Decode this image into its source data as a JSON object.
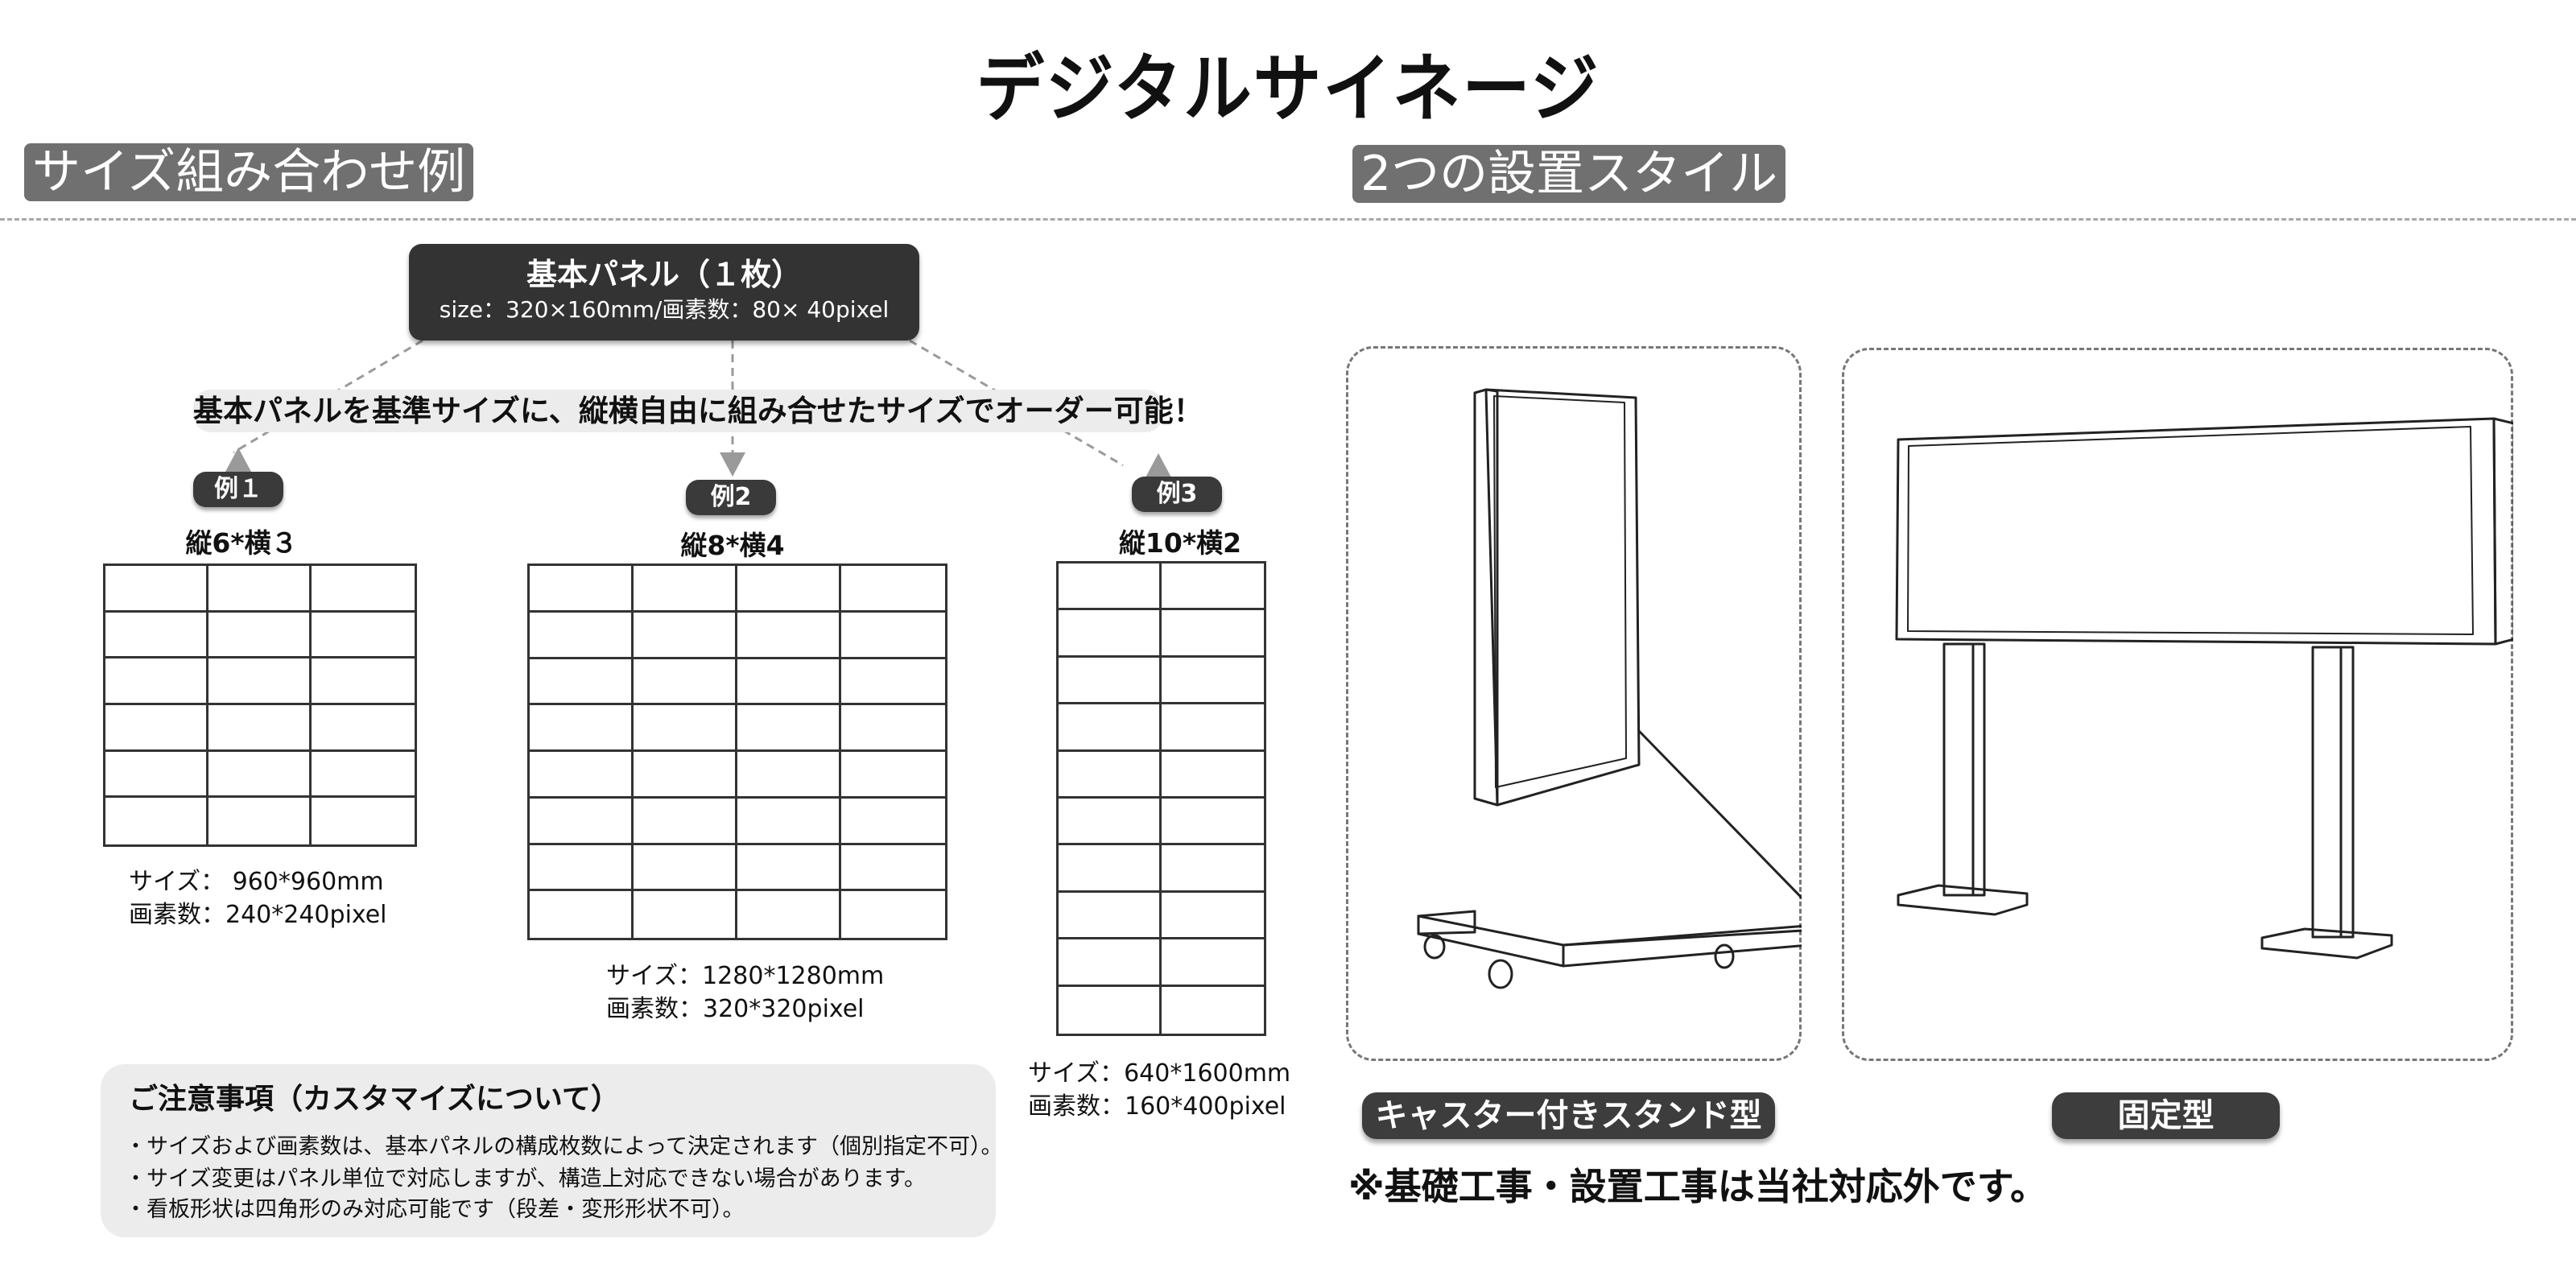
{
  "page": {
    "title": "デジタルサイネージ"
  },
  "sections": {
    "left_tag": "サイズ組み合わせ例",
    "right_tag": "2つの設置スタイル"
  },
  "base_panel": {
    "title": "基本パネル（１枚）",
    "spec": "size：320×160mm/画素数：80× 40pixel"
  },
  "banner": "基本パネルを基準サイズに、縦横自由に組み合せたサイズでオーダー可能！",
  "examples": [
    {
      "label": "例１",
      "caption": "縦6*横３",
      "rows": 6,
      "cols": 3,
      "size": "サイズ：  960*960mm",
      "pixels": "画素数：240*240pixel"
    },
    {
      "label": "例2",
      "caption": "縦8*横4",
      "rows": 8,
      "cols": 4,
      "size": "サイズ：1280*1280mm",
      "pixels": "画素数：320*320pixel"
    },
    {
      "label": "例3",
      "caption": "縦10*横2",
      "rows": 10,
      "cols": 2,
      "size": "サイズ：640*1600mm",
      "pixels": "画素数：160*400pixel"
    }
  ],
  "notes": {
    "title": "ご注意事項（カスタマイズについて）",
    "lines": [
      "・サイズおよび画素数は、基本パネルの構成枚数によって決定されます（個別指定不可）。",
      "・サイズ変更はパネル単位で対応しますが、構造上対応できない場合があります。",
      "・看板形状は四角形のみ対応可能です（段差・変形形状不可）。"
    ]
  },
  "styles": [
    {
      "label": "キャスター付きスタンド型",
      "icon": "caster-stand-signage-icon"
    },
    {
      "label": "固定型",
      "icon": "fixed-post-signage-icon"
    }
  ],
  "footer_note": "※基礎工事・設置工事は当社対応外です。",
  "colors": {
    "tag_gray": "#707070",
    "dark_panel": "#333333",
    "banner_bg": "#ececec",
    "arrow_gray": "#9a9a9a"
  }
}
